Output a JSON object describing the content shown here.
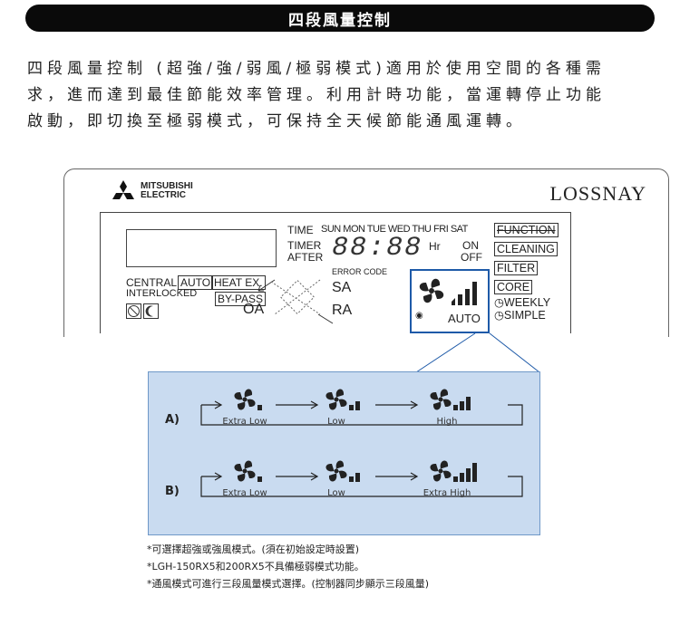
{
  "header": {
    "title": "四段風量控制"
  },
  "intro": {
    "lines": [
      "四段風量控制 (超強/強/弱風/極弱模式)適用於使用空間的各種需",
      "求，進而達到最佳節能效率管理。利用計時功能，當運轉停止功能",
      "啟動，即切換至極弱模式，可保持全天候節能通風運轉。"
    ]
  },
  "panel": {
    "brand_line1": "MITSUBISHI",
    "brand_line2": "ELECTRIC",
    "product": "LOSSNAY",
    "time": "TIME",
    "days": "SUN MON TUE WED THU FRI SAT",
    "timer": "TIMER",
    "after": "AFTER",
    "digits": "88:88",
    "hr": "Hr",
    "on": "ON",
    "off": "OFF",
    "error_code": "ERROR CODE",
    "central": "CENTRAL",
    "auto_left": "AUTO",
    "heat_ex": "HEAT EX.",
    "interlocked": "INTERLOCKED",
    "by_pass": "BY-PASS",
    "sa": "SA",
    "oa": "OA",
    "ra": "RA",
    "auto_fan": "AUTO",
    "functions": [
      "FUNCTION",
      "CLEANING",
      "FILTER",
      "CORE"
    ],
    "weekly": "WEEKLY",
    "simple": "SIMPLE"
  },
  "speed": {
    "row_a": {
      "label": "A)",
      "levels": [
        "Extra Low",
        "Low",
        "High"
      ],
      "bars": [
        1,
        2,
        3
      ]
    },
    "row_b": {
      "label": "B)",
      "levels": [
        "Extra Low",
        "Low",
        "Extra High"
      ],
      "bars": [
        1,
        2,
        4
      ]
    }
  },
  "notes": [
    "*可選擇超強或強風模式。(須在初始設定時設置)",
    "*LGH-150RX5和200RX5不具備極弱模式功能。",
    "*通風模式可進行三段風量模式選擇。(控制器同步顯示三段風量)"
  ],
  "colors": {
    "header_bg": "#0a0a0a",
    "accent_blue": "#1e5aa8",
    "diagram_fill": "#c9dbf0"
  }
}
